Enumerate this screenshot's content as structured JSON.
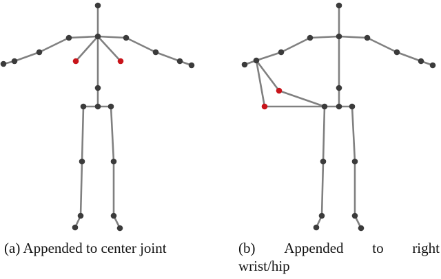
{
  "colors": {
    "bone": "#808080",
    "joint": "#3b3b3b",
    "appended_joint": "#c8141a",
    "background": "#ffffff"
  },
  "panels": [
    {
      "id": "a",
      "caption": "(a) Appended to center joint",
      "caption_words": []
    },
    {
      "id": "b",
      "caption": "(b) Appended to right wrist/hip",
      "caption_words": [
        "(b)",
        "Appended",
        "to",
        "right"
      ],
      "caption_line2": "wrist/hip"
    }
  ]
}
